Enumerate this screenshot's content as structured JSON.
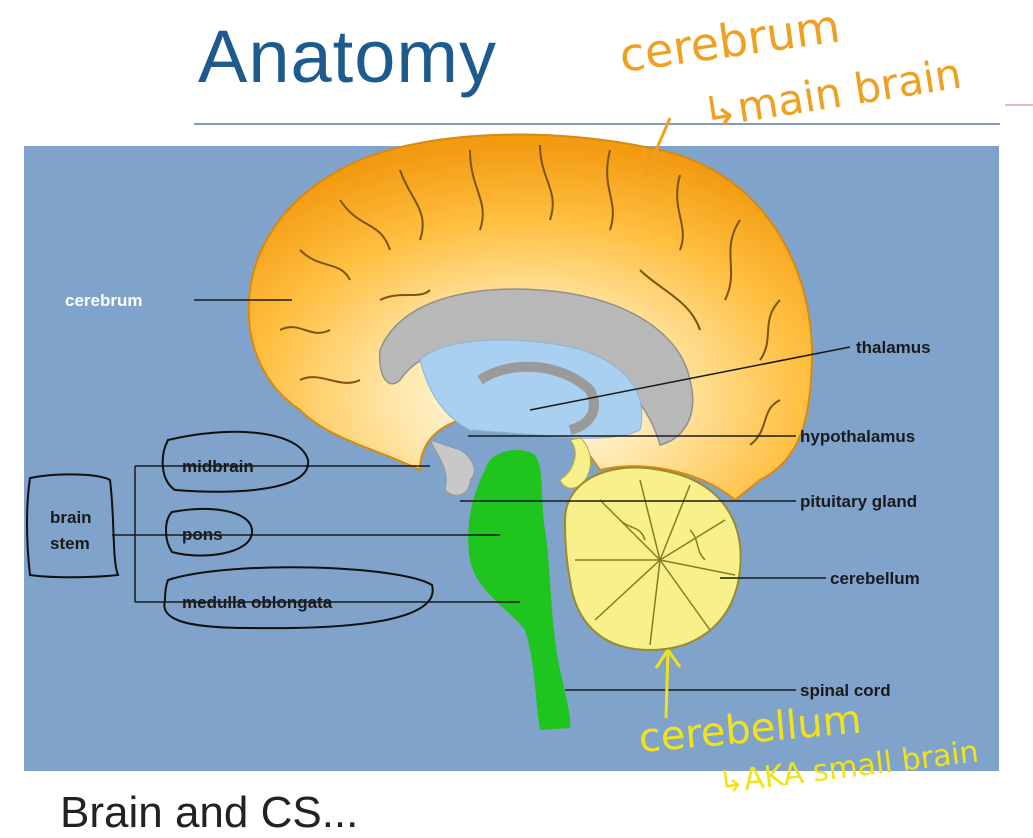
{
  "title": "Anatomy",
  "labels": {
    "cerebrum": "cerebrum",
    "thalamus": "thalamus",
    "hypothalamus": "hypothalamus",
    "pituitary": "pituitary gland",
    "cerebellum": "cerebellum",
    "spinal": "spinal cord",
    "midbrain": "midbrain",
    "pons": "pons",
    "medulla": "medulla oblongata",
    "brain_stem_1": "brain",
    "brain_stem_2": "stem"
  },
  "annotations": {
    "cerebrum_note": "cerebrum",
    "main_brain_note": "↳main brain",
    "cerebellum_note": "cerebellum",
    "small_brain_note": "↳AKA small brain"
  },
  "bottom_text": "Brain and CS..."
}
